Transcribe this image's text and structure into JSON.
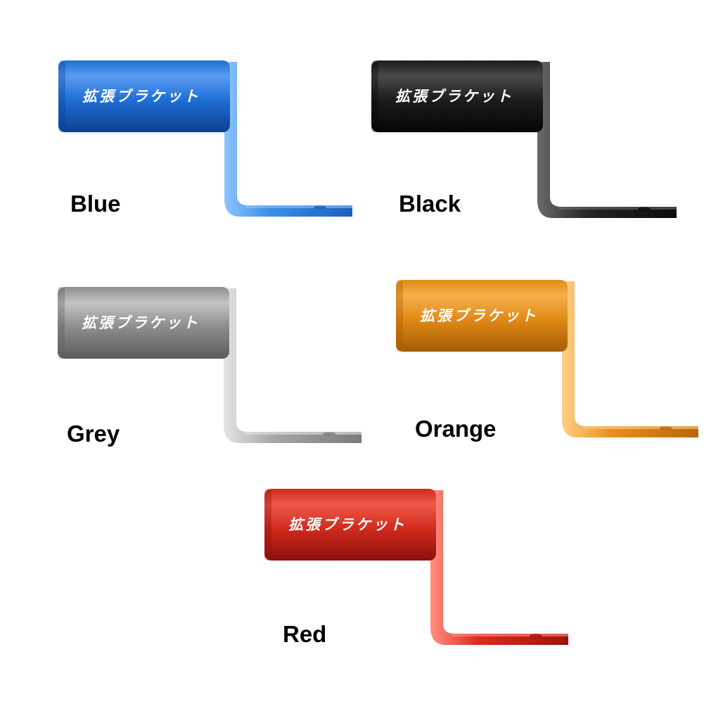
{
  "product": {
    "engraving": "拡張ブラケット"
  },
  "variants": [
    {
      "label": "Blue",
      "colors": {
        "body_light": "#5a9bf0",
        "body_mid": "#1f6fd6",
        "body_dark": "#0c3f8f",
        "plate": "#3d8fe6",
        "plate_edge": "#1a5fb8",
        "plate_top": "#8cc4ff"
      }
    },
    {
      "label": "Black",
      "colors": {
        "body_light": "#4a4a4a",
        "body_mid": "#1c1c1c",
        "body_dark": "#050505",
        "plate": "#262626",
        "plate_edge": "#0a0a0a",
        "plate_top": "#6a6a6a"
      }
    },
    {
      "label": "Grey",
      "colors": {
        "body_light": "#c4c4c4",
        "body_mid": "#8e8e8e",
        "body_dark": "#5c5c5c",
        "plate": "#a8a8a8",
        "plate_edge": "#7a7a7a",
        "plate_top": "#e4e4e4"
      }
    },
    {
      "label": "Orange",
      "colors": {
        "body_light": "#f6b04a",
        "body_mid": "#e08a16",
        "body_dark": "#a65c04",
        "plate": "#ee8f1c",
        "plate_edge": "#b86508",
        "plate_top": "#ffcf85"
      }
    },
    {
      "label": "Red",
      "colors": {
        "body_light": "#f05a4a",
        "body_mid": "#d22a1e",
        "body_dark": "#8a110a",
        "plate": "#dc2a20",
        "plate_edge": "#9c140c",
        "plate_top": "#ff8f80"
      }
    }
  ]
}
